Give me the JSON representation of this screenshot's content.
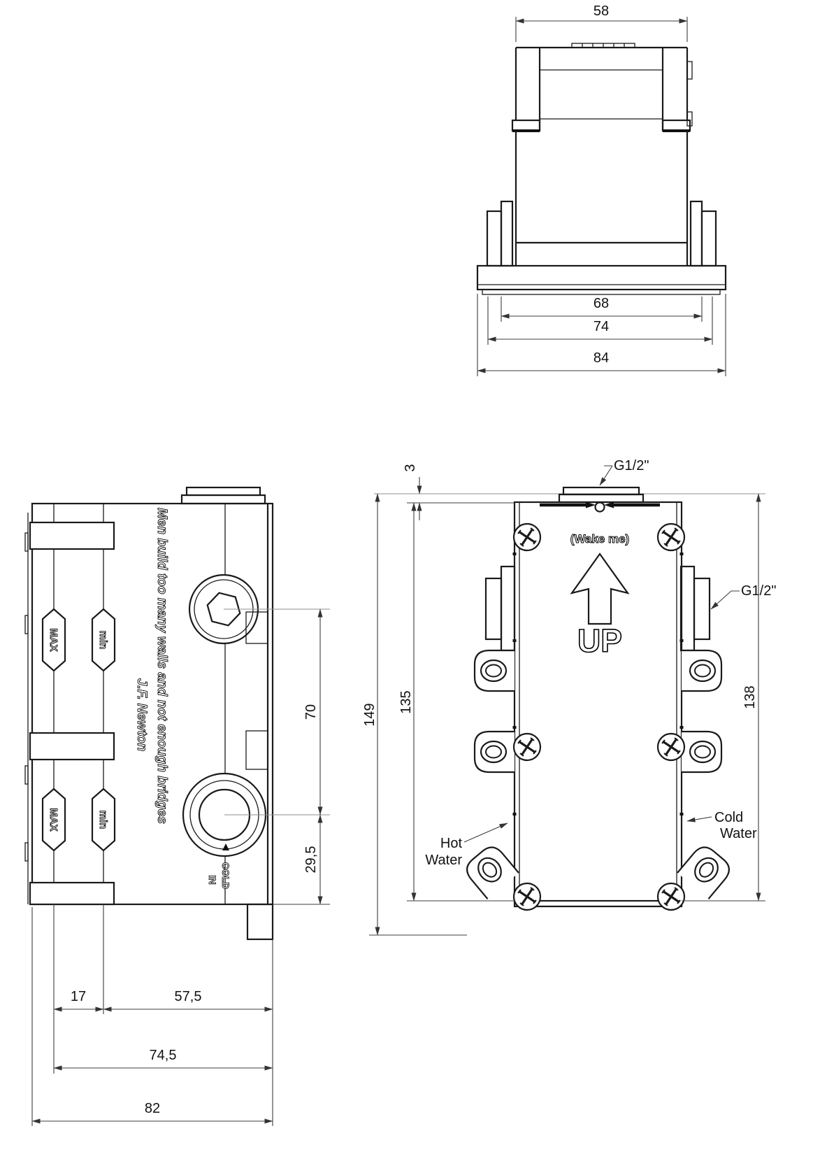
{
  "top": {
    "d58": "58",
    "d68": "68",
    "d74": "74",
    "d84": "84"
  },
  "side": {
    "quote": "Men build too many walls and not enough bridges",
    "author": "J.F. Newton",
    "max": "MAX",
    "min": "min",
    "cold": "COLD",
    "in": "IN",
    "d70": "70",
    "d29_5": "29,5",
    "d17": "17",
    "d57_5": "57,5",
    "d74_5": "74,5",
    "d82": "82"
  },
  "front": {
    "thread_top": "G1/2\"",
    "thread_side": "G1/2\"",
    "wake": "(Wake me)",
    "up": "UP",
    "hot1": "Hot",
    "hot2": "Water",
    "cold1": "Cold",
    "cold2": "Water",
    "d3": "3",
    "d149": "149",
    "d135": "135",
    "d138": "138"
  },
  "colors": {
    "line": "#1a1a1a",
    "dim": "#3d3d3d"
  }
}
